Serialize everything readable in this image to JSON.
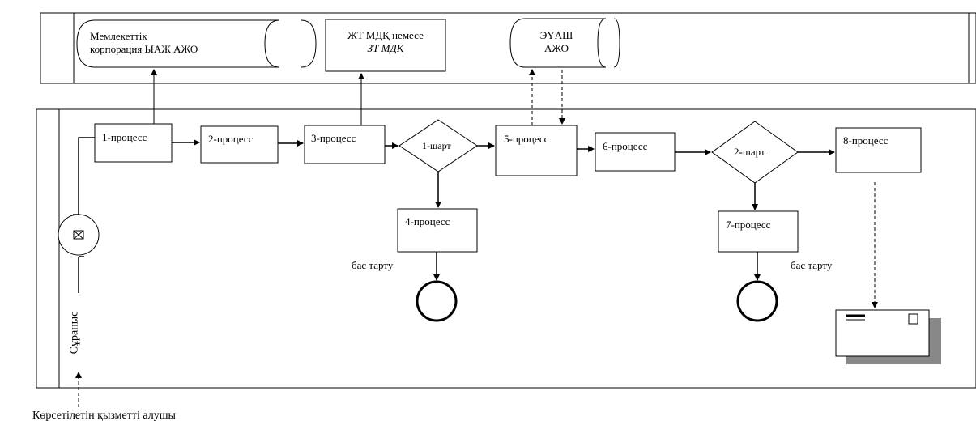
{
  "systems": {
    "sys1": {
      "line1": "Мемлекеттік",
      "line2": "корпорация ЫАЖ АЖО"
    },
    "sys2": {
      "line1": "ЖТ МДҚ немесе",
      "line2": "ЗТ МДҚ"
    },
    "sys3": {
      "line1": "ЭҮАШ",
      "line2": "АЖО"
    }
  },
  "processes": {
    "p1": "1-процесс",
    "p2": "2-процесс",
    "p3": "3-процесс",
    "p4": "4-процесс",
    "p5": "5-процесс",
    "p6": "6-процесс",
    "p7": "7-процесс",
    "p8": "8-процесс"
  },
  "conditions": {
    "c1": "1-шарт",
    "c2": "2-шарт"
  },
  "labels": {
    "reject1": "бас тарту",
    "reject2": "бас тарту",
    "lane": "Сұраныс",
    "recipient": "Көрсетілетін қызметті алушы"
  },
  "icons": {
    "start": "envelope-start-event-icon",
    "end_message": "envelope-message-icon"
  }
}
